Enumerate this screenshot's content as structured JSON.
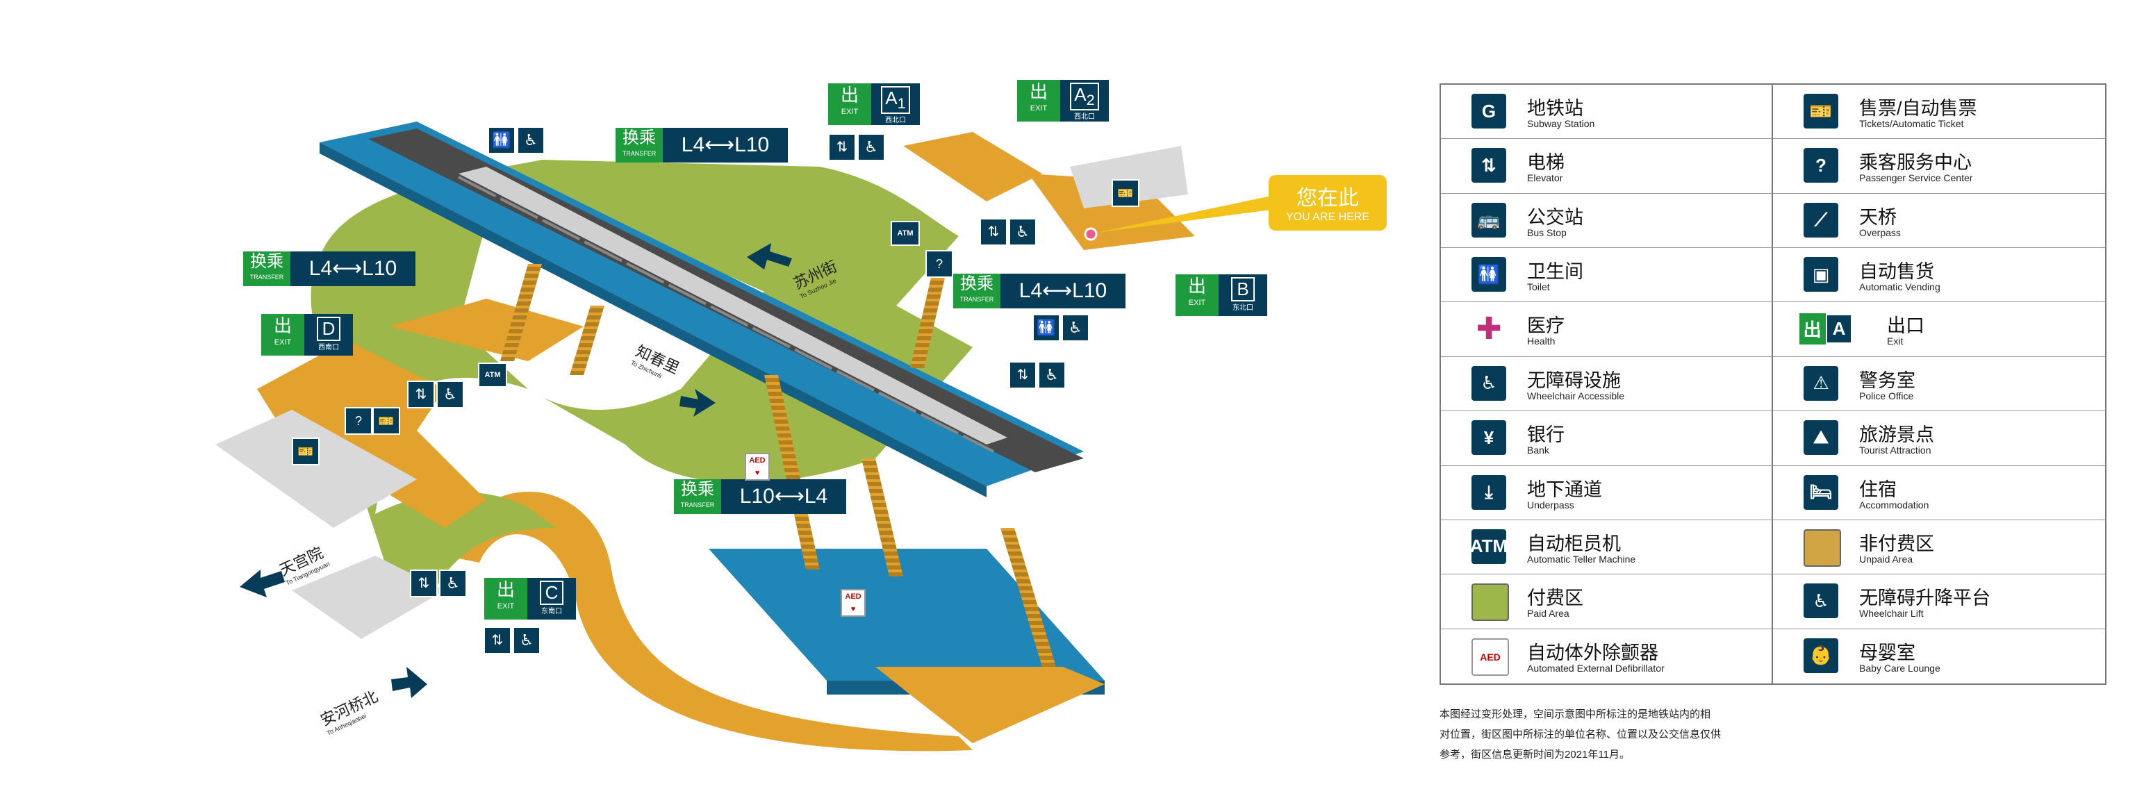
{
  "colors": {
    "platform_blue": "#1f86b7",
    "paid_green": "#9db74b",
    "unpaid_orange": "#e2a22d",
    "track_dark": "#4a4a4a",
    "sign_navy": "#073c59",
    "exit_green": "#1e9b3d",
    "you_are_here_yellow": "#f3c31c"
  },
  "exits": [
    {
      "id": "exit-a1",
      "cn": "出",
      "en": "EXIT",
      "letter": "A",
      "number": "1",
      "sub": "西北口"
    },
    {
      "id": "exit-a2",
      "cn": "出",
      "en": "EXIT",
      "letter": "A",
      "number": "2",
      "sub": "西北口"
    },
    {
      "id": "exit-b",
      "cn": "出",
      "en": "EXIT",
      "letter": "B",
      "number": "",
      "sub": "东北口"
    },
    {
      "id": "exit-c",
      "cn": "出",
      "en": "EXIT",
      "letter": "C",
      "number": "",
      "sub": "东南口"
    },
    {
      "id": "exit-d",
      "cn": "出",
      "en": "EXIT",
      "letter": "D",
      "number": "",
      "sub": "西南口"
    }
  ],
  "transfers": [
    {
      "cn": "换乘",
      "en": "TRANSFER",
      "lines": "L4⟷L10"
    },
    {
      "cn": "换乘",
      "en": "TRANSFER",
      "lines": "L4⟷L10"
    },
    {
      "cn": "换乘",
      "en": "TRANSFER",
      "lines": "L4⟷L10"
    },
    {
      "cn": "换乘",
      "en": "TRANSFER",
      "lines": "L10⟷L4"
    }
  ],
  "you_are_here": {
    "cn": "您在此",
    "en": "YOU ARE HERE"
  },
  "directions": [
    {
      "cn": "苏州街",
      "en": "To Suzhou Jie"
    },
    {
      "cn": "知春里",
      "en": "To Zhichunli"
    },
    {
      "cn": "天宫院",
      "en": "To Tiangongyuan"
    },
    {
      "cn": "安河桥北",
      "en": "To Anheqiaobei"
    }
  ],
  "facility_labels": {
    "atm": "ATM",
    "aed": "AED"
  },
  "legend": [
    {
      "icon": "subway-station-icon",
      "glyph": "G",
      "cn": "地铁站",
      "en": "Subway Station"
    },
    {
      "icon": "ticket-machine-icon",
      "glyph": "🎫",
      "cn": "售票/自动售票",
      "en": "Tickets/Automatic Ticket"
    },
    {
      "icon": "elevator-icon",
      "glyph": "⇅",
      "cn": "电梯",
      "en": "Elevator"
    },
    {
      "icon": "service-center-icon",
      "glyph": "?",
      "cn": "乘客服务中心",
      "en": "Passenger Service Center"
    },
    {
      "icon": "bus-icon",
      "glyph": "🚌",
      "cn": "公交站",
      "en": "Bus Stop"
    },
    {
      "icon": "overpass-icon",
      "glyph": "⟋",
      "cn": "天桥",
      "en": "Overpass"
    },
    {
      "icon": "toilet-icon",
      "glyph": "🚻",
      "cn": "卫生间",
      "en": "Toilet"
    },
    {
      "icon": "vending-icon",
      "glyph": "▣",
      "cn": "自动售货",
      "en": "Automatic Vending"
    },
    {
      "icon": "health-icon",
      "glyph": "✚",
      "cn": "医疗",
      "en": "Health"
    },
    {
      "icon": "exit-sign-icon",
      "glyph": "出 A",
      "cn": "出口",
      "en": "Exit"
    },
    {
      "icon": "wheelchair-icon",
      "glyph": "♿",
      "cn": "无障碍设施",
      "en": "Wheelchair Accessible"
    },
    {
      "icon": "police-icon",
      "glyph": "⚠",
      "cn": "警务室",
      "en": "Police Office"
    },
    {
      "icon": "bank-icon",
      "glyph": "¥",
      "cn": "银行",
      "en": "Bank"
    },
    {
      "icon": "tourist-icon",
      "glyph": "⛰",
      "cn": "旅游景点",
      "en": "Tourist Attraction"
    },
    {
      "icon": "underpass-icon",
      "glyph": "⤓",
      "cn": "地下通道",
      "en": "Underpass"
    },
    {
      "icon": "accommodation-icon",
      "glyph": "🛏",
      "cn": "住宿",
      "en": "Accommodation"
    },
    {
      "icon": "atm-icon",
      "glyph": "ATM",
      "cn": "自动柜员机",
      "en": "Automatic Teller Machine"
    },
    {
      "icon": "unpaid-area-icon",
      "glyph": "",
      "cn": "非付费区",
      "en": "Unpaid Area"
    },
    {
      "icon": "paid-area-icon",
      "glyph": "",
      "cn": "付费区",
      "en": "Paid Area"
    },
    {
      "icon": "wheelchair-lift-icon",
      "glyph": "♿",
      "cn": "无障碍升降平台",
      "en": "Wheelchair Lift"
    },
    {
      "icon": "aed-icon",
      "glyph": "AED",
      "cn": "自动体外除颤器",
      "en": "Automated External Defibrillator"
    },
    {
      "icon": "baby-care-icon",
      "glyph": "👶",
      "cn": "母婴室",
      "en": "Baby Care Lounge"
    }
  ],
  "note": {
    "line1": "本图经过变形处理，空间示意图中所标注的是地铁站内的相",
    "line2": "对位置，街区图中所标注的单位名称、位置以及公交信息仅供",
    "line3": "参考，街区信息更新时间为2021年11月。"
  }
}
